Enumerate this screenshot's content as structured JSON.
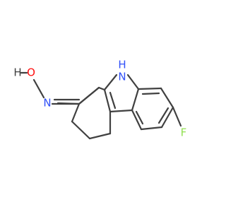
{
  "molecule": {
    "atoms": {
      "nh": {
        "text": "H",
        "color": "#3050f8",
        "sub": "N"
      },
      "oh_h": {
        "text": "H",
        "color": "#404040"
      },
      "oh_o": {
        "text": "O",
        "color": "#ff0d0d"
      },
      "oxime_n": {
        "text": "N",
        "color": "#3050f8"
      },
      "fluorine": {
        "text": "F",
        "color": "#90e050"
      }
    },
    "bond_color": "#404040"
  }
}
